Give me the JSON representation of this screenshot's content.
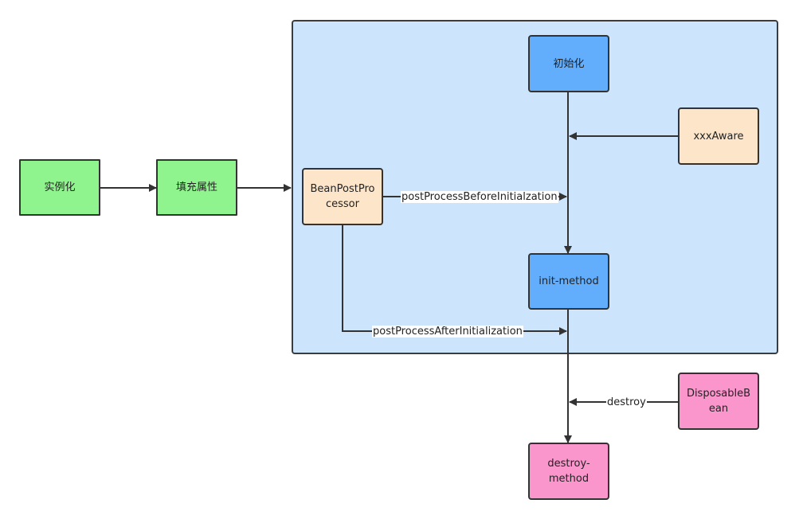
{
  "nodes": {
    "instantiate": "实例化",
    "populate": "填充属性",
    "initialize": "初始化",
    "aware": "xxxAware",
    "bean_post_processor": "BeanPostPro\ncessor",
    "init_method": "init-method",
    "disposable_bean": "DisposableB\nean",
    "destroy_method": "destroy-\nmethod"
  },
  "edge_labels": {
    "before": "postProcessBeforeInitialzation",
    "after": "postProcessAfterInitialization",
    "destroy": "destroy"
  },
  "colors": {
    "container_fill": "#cde5fc",
    "green": "#90f48e",
    "blue": "#62aefd",
    "cream": "#fde5c9",
    "pink": "#fb96cd",
    "line": "#333333"
  }
}
